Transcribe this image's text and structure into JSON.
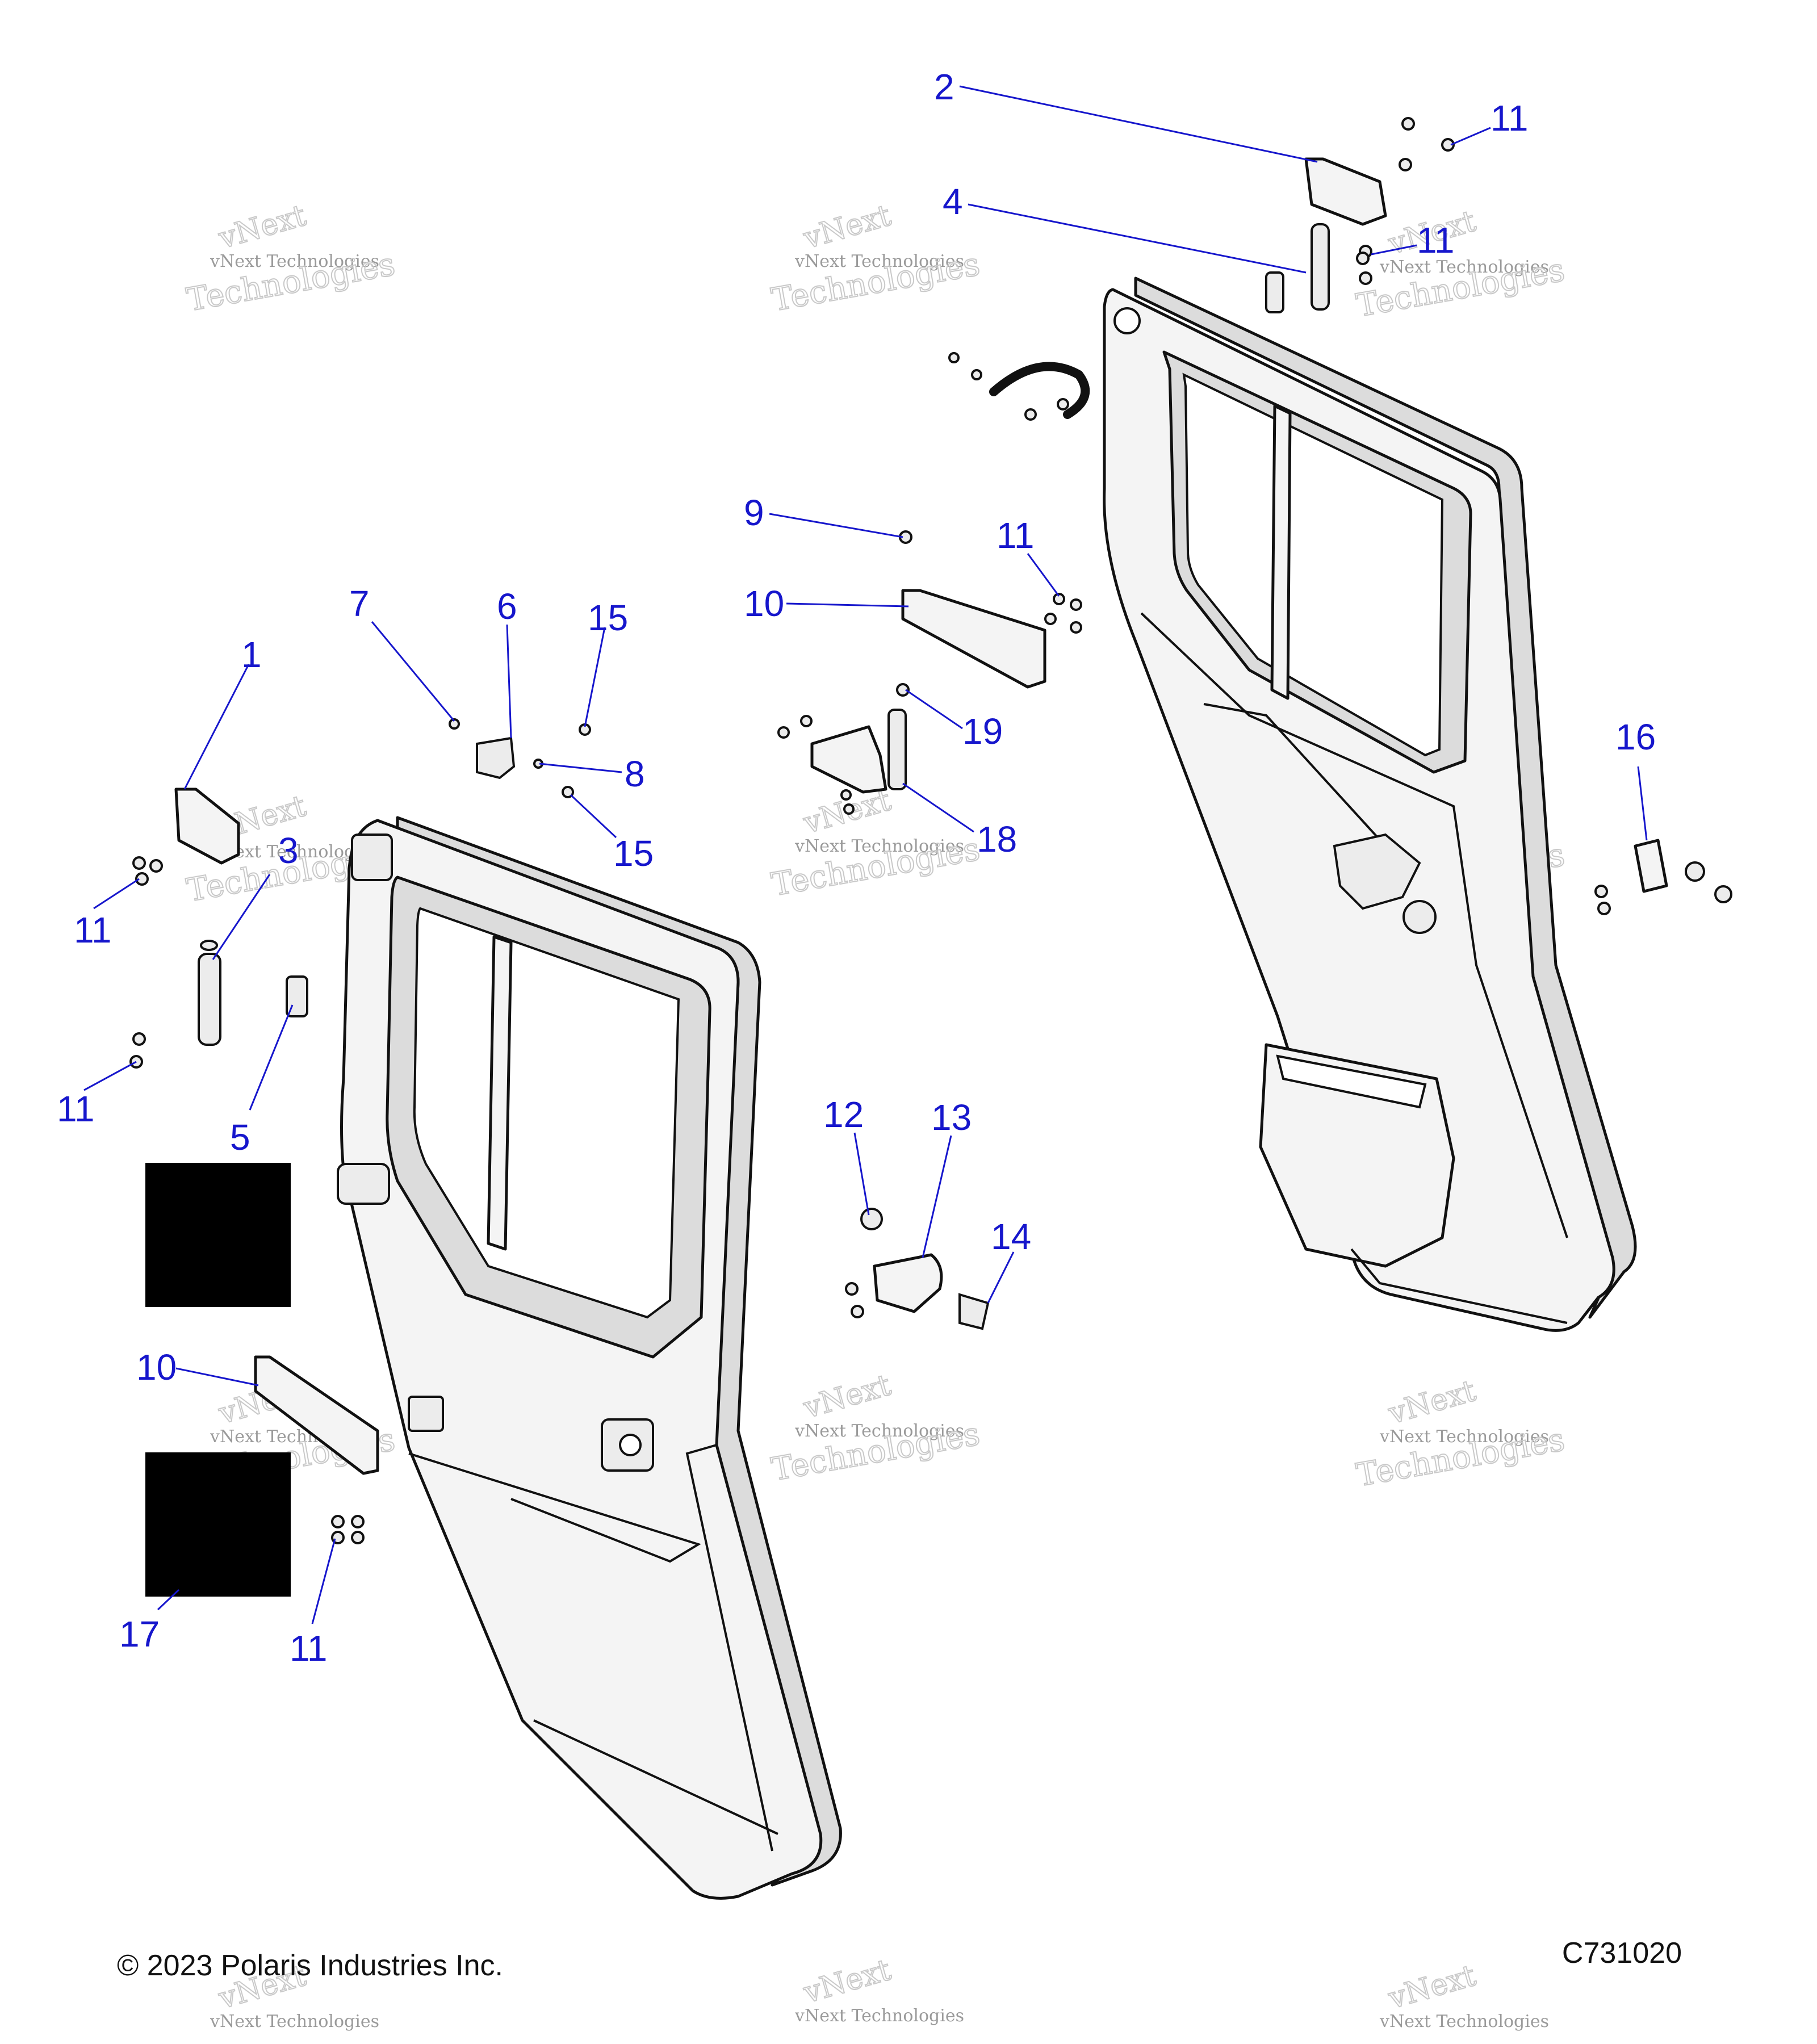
{
  "callouts": [
    {
      "id": "c1",
      "label": "1"
    },
    {
      "id": "c2",
      "label": "2"
    },
    {
      "id": "c3",
      "label": "3"
    },
    {
      "id": "c4",
      "label": "4"
    },
    {
      "id": "c5",
      "label": "5"
    },
    {
      "id": "c6",
      "label": "6"
    },
    {
      "id": "c7",
      "label": "7"
    },
    {
      "id": "c8",
      "label": "8"
    },
    {
      "id": "c9",
      "label": "9"
    },
    {
      "id": "c10a",
      "label": "10"
    },
    {
      "id": "c10b",
      "label": "10"
    },
    {
      "id": "c11a",
      "label": "11"
    },
    {
      "id": "c11b",
      "label": "11"
    },
    {
      "id": "c11c",
      "label": "11"
    },
    {
      "id": "c11d",
      "label": "11"
    },
    {
      "id": "c11e",
      "label": "11"
    },
    {
      "id": "c11f",
      "label": "11"
    },
    {
      "id": "c12",
      "label": "12"
    },
    {
      "id": "c13",
      "label": "13"
    },
    {
      "id": "c14",
      "label": "14"
    },
    {
      "id": "c15a",
      "label": "15"
    },
    {
      "id": "c15b",
      "label": "15"
    },
    {
      "id": "c16",
      "label": "16"
    },
    {
      "id": "c17",
      "label": "17"
    },
    {
      "id": "c18",
      "label": "18"
    },
    {
      "id": "c19",
      "label": "19"
    }
  ],
  "watermark": {
    "line1": "vNext",
    "line2": "vNext Technologies",
    "line3": "Technologies"
  },
  "footer": {
    "copyright": "© 2023 Polaris Industries Inc.",
    "drawing_code": "C731020"
  },
  "colors": {
    "callout": "#1616cc",
    "line": "#111111",
    "fill": "#f4f4f4"
  }
}
